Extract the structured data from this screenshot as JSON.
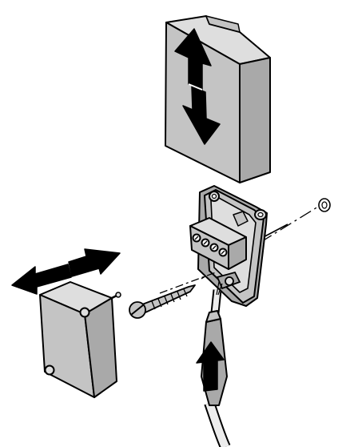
{
  "diagram": {
    "type": "exploded-assembly-illustration",
    "parts": [
      "cover-cap",
      "mounting-base",
      "terminal-block",
      "connector-plate",
      "screw",
      "cable-gland",
      "cable",
      "wall-plug"
    ],
    "arrows": [
      {
        "name": "cover-up-arrow",
        "kind": "remove-install",
        "direction": "up"
      },
      {
        "name": "cover-down-arrow",
        "kind": "remove-install",
        "direction": "down"
      },
      {
        "name": "plate-left-arrow",
        "kind": "slide",
        "direction": "left"
      },
      {
        "name": "plate-right-arrow",
        "kind": "slide",
        "direction": "right"
      },
      {
        "name": "cable-insert-arrow",
        "kind": "insert",
        "direction": "up"
      }
    ],
    "colors": {
      "part_fill": "#c4c4c4",
      "part_light": "#dedede",
      "part_dark": "#a9a9a9",
      "arrow_fill": "#000000",
      "outline": "#000000",
      "cable": "#ececec",
      "background": "#ffffff"
    }
  }
}
